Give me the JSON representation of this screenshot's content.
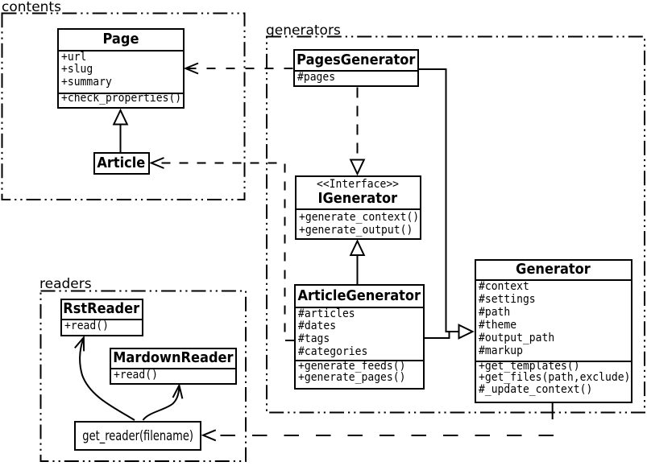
{
  "diagram": {
    "type": "uml-class-diagram",
    "background_color": "#ffffff",
    "line_color": "#000000",
    "text_color": "#000000"
  },
  "packages": {
    "contents": {
      "label": "contents"
    },
    "generators": {
      "label": "generators"
    },
    "readers": {
      "label": "readers"
    }
  },
  "classes": {
    "page": {
      "name": "Page",
      "attributes": [
        "+url",
        "+slug",
        "+summary"
      ],
      "methods": [
        "+check_properties()"
      ]
    },
    "article": {
      "name": "Article"
    },
    "pages_generator": {
      "name": "PagesGenerator",
      "attributes": [
        "#pages"
      ]
    },
    "igenerator": {
      "stereotype": "<<Interface>>",
      "name": "IGenerator",
      "methods": [
        "+generate_context()",
        "+generate_output()"
      ]
    },
    "article_generator": {
      "name": "ArticleGenerator",
      "attributes": [
        "#articles",
        "#dates",
        "#tags",
        "#categories"
      ],
      "methods": [
        "+generate_feeds()",
        "+generate_pages()"
      ]
    },
    "generator": {
      "name": "Generator",
      "attributes": [
        "#context",
        "#settings",
        "#path",
        "#theme",
        "#output_path",
        "#markup"
      ],
      "methods": [
        "+get_templates()",
        "+get_files(path,exclude)",
        "#_update_context()"
      ]
    },
    "rst_reader": {
      "name": "RstReader",
      "methods": [
        "+read()"
      ]
    },
    "mardown_reader": {
      "name": "MardownReader",
      "methods": [
        "+read()"
      ]
    },
    "get_reader": {
      "name": "get_reader(filename)"
    }
  },
  "relationships": [
    {
      "type": "inheritance",
      "from": "Article",
      "to": "Page"
    },
    {
      "type": "realization",
      "from": "PagesGenerator",
      "to": "IGenerator"
    },
    {
      "type": "inheritance",
      "from": "ArticleGenerator",
      "to": "IGenerator"
    },
    {
      "type": "inheritance",
      "from": "PagesGenerator",
      "to": "Generator"
    },
    {
      "type": "inheritance",
      "from": "ArticleGenerator",
      "to": "Generator"
    },
    {
      "type": "dependency",
      "from": "PagesGenerator",
      "to": "Page"
    },
    {
      "type": "dependency",
      "from": "ArticleGenerator",
      "to": "Article"
    },
    {
      "type": "dependency",
      "from": "Generator",
      "to": "get_reader(filename)"
    },
    {
      "type": "call",
      "from": "get_reader(filename)",
      "to": "RstReader"
    },
    {
      "type": "call",
      "from": "get_reader(filename)",
      "to": "MardownReader"
    }
  ]
}
